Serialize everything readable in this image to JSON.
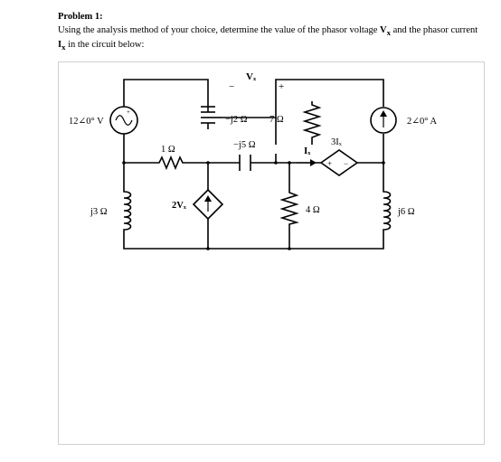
{
  "problem": {
    "title": "Problem 1:",
    "text_part1": "Using the analysis method of your choice, determine the value of the phasor voltage ",
    "vx_bold": "V",
    "vx_sub": "x",
    "text_part2": " and the phasor current ",
    "ix_bold": "I",
    "ix_sub": "x",
    "text_part3": " in the circuit below:"
  },
  "circuit": {
    "source_voltage": "12∠0° V",
    "source_current": "2∠0° A",
    "cap_top": "−j2 Ω",
    "res_top": "7 Ω",
    "res_mid": "1 Ω",
    "cap_mid": "−j5 Ω",
    "ind_left": "j3 Ω",
    "ind_right": "j6 Ω",
    "res_right": "4 Ω",
    "dep_voltage": "2Vₓ",
    "dep_current": "3Iₓ",
    "vx_label": "Vₓ",
    "vx_minus": "−",
    "vx_plus": "+",
    "ix_label": "Iₓ",
    "dep_plus": "+",
    "dep_minus": "−"
  }
}
